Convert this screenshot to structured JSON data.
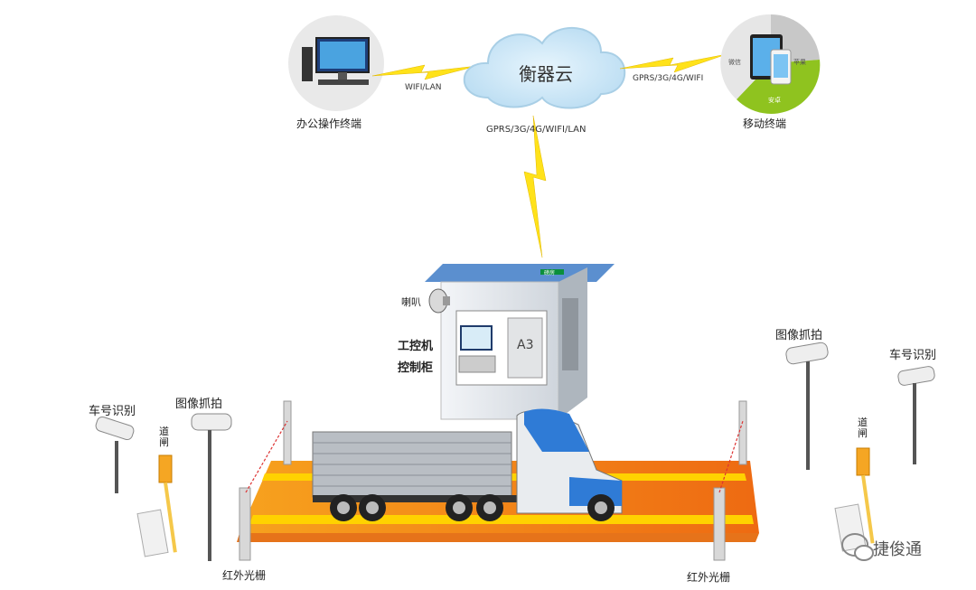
{
  "cloud": {
    "label": "衡器云",
    "link_label": "GPRS/3G/4G/WIFI/LAN"
  },
  "office": {
    "label": "办公操作终端",
    "link_label": "WIFI/LAN"
  },
  "mobile": {
    "label": "移动终端",
    "link_label": "GPRS/3G/4G/WIFI",
    "segments": [
      "微信",
      "苹果",
      "安卓"
    ]
  },
  "booth": {
    "label_line1": "工控机",
    "label_line2": "控制柜",
    "speaker_label": "喇叭",
    "cabinet_label": "A3",
    "sign": "磅房"
  },
  "left_side": {
    "plate_label": "车号识别",
    "capture_label": "图像抓拍",
    "gate_label": "道闸",
    "grating_label": "红外光栅"
  },
  "right_side": {
    "plate_label": "车号识别",
    "capture_label": "图像抓拍",
    "gate_label": "道闸",
    "grating_label": "红外光栅"
  },
  "watermark": "捷俊通",
  "colors": {
    "platform": "#f7931e",
    "stripe": "#ffd200",
    "cloud": "#c9e6f7",
    "lightning": "#ffe21a",
    "truck_cab": "#2f7bd6"
  }
}
